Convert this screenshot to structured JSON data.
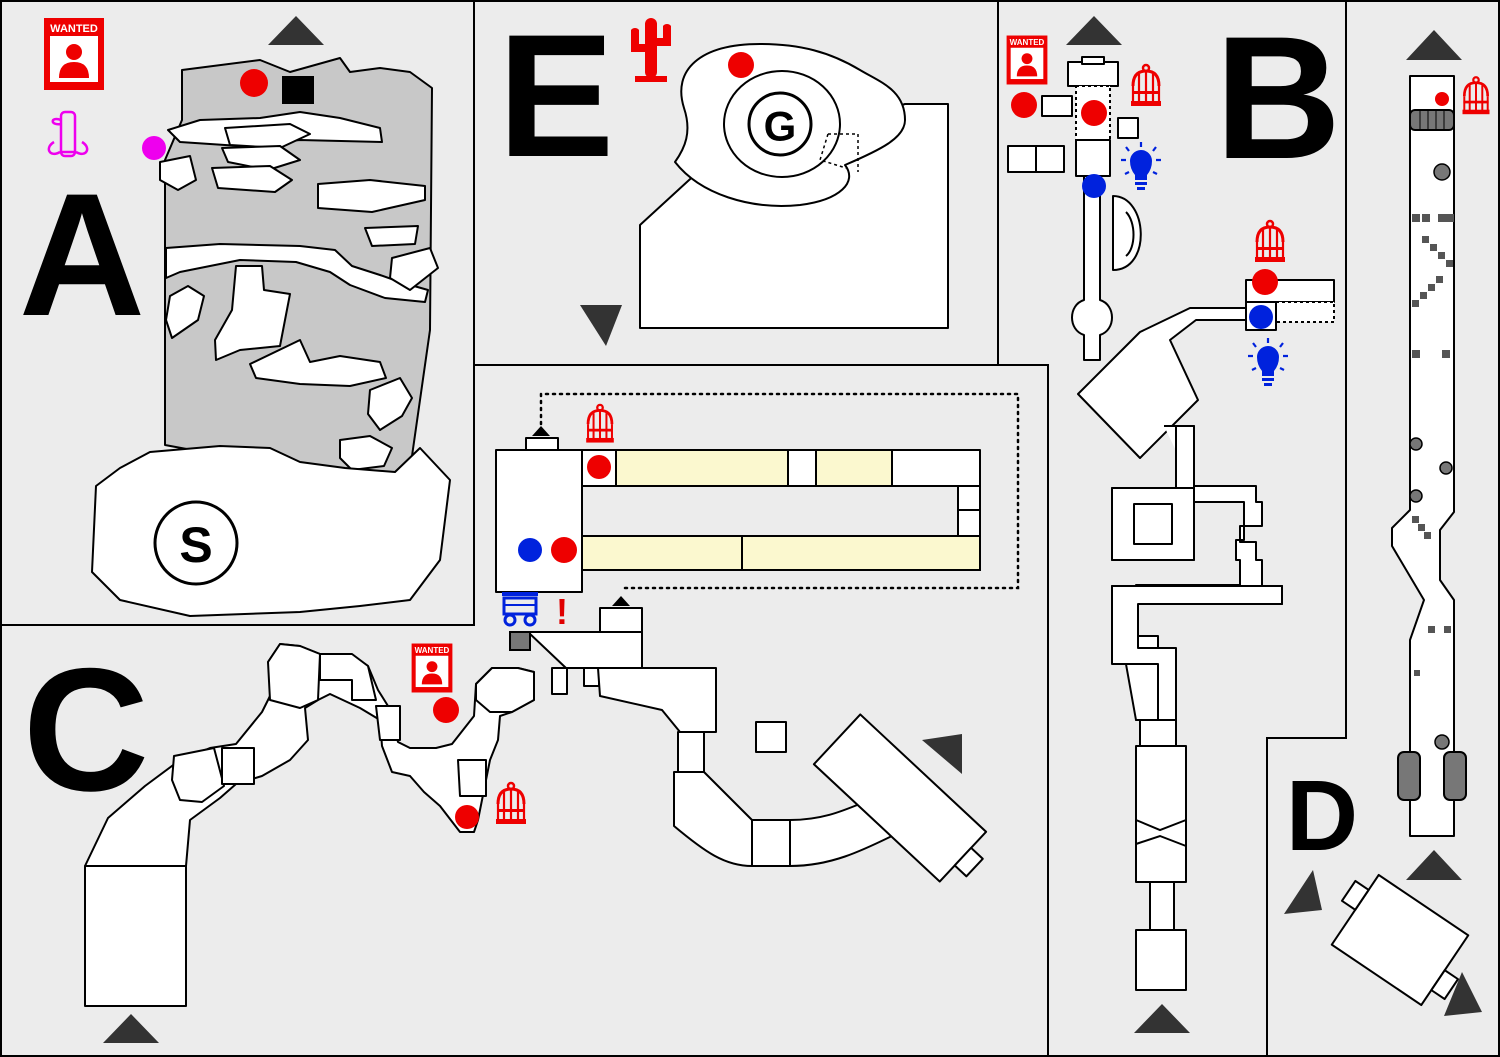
{
  "map": {
    "regions": [
      {
        "id": "A",
        "label": "A"
      },
      {
        "id": "B",
        "label": "B"
      },
      {
        "id": "C",
        "label": "C"
      },
      {
        "id": "D",
        "label": "D"
      },
      {
        "id": "E",
        "label": "E"
      }
    ],
    "markers": {
      "start": "S",
      "goal": "G",
      "alert": "!"
    },
    "poster_text": "WANTED",
    "icons": {
      "wanted_poster": "wanted-poster-icon",
      "scroll": "scroll-icon",
      "cactus": "cactus-icon",
      "birdcage": "birdcage-icon",
      "lightbulb": "lightbulb-icon",
      "mine_cart": "mine-cart-icon",
      "exit_arrow": "exit-arrow-icon"
    },
    "colors": {
      "panel_background": "#ececec",
      "room_fill": "#ffffff",
      "rock_fill": "#c8c8c8",
      "highlight_fill": "#fbf8cf",
      "red_marker": "#ee0000",
      "blue_marker": "#0022dd",
      "magenta_marker": "#ee00ee",
      "arrow": "#333333"
    }
  }
}
